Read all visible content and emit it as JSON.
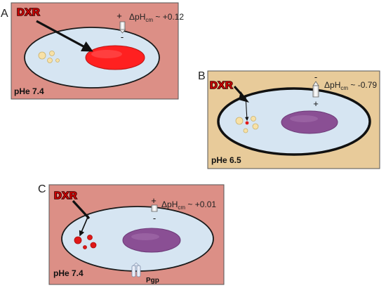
{
  "colors": {
    "panel_a_bg": "#dc8f86",
    "panel_b_bg": "#e8cb9a",
    "panel_c_bg": "#dc8f86",
    "cytoplasm": "#d6e5f2",
    "nucleus_red": "#ff2020",
    "nucleus_purple": "#8a4f94",
    "vesicle": "#f8e1a6",
    "drug_red": "#e01818"
  },
  "panels": [
    {
      "letter": "A",
      "drug": "DXR",
      "ph_label": "pHe 7.4",
      "delta_ph_prefix": "ΔpH",
      "delta_ph_sub": "cm",
      "delta_ph_value": " ~ +0.12",
      "sign_top": "+",
      "sign_bottom": "-",
      "membrane": "thin",
      "nucleus": "red (drug-loaded)"
    },
    {
      "letter": "B",
      "drug": "DXR",
      "ph_label": "pHe 6.5",
      "delta_ph_prefix": "ΔpH",
      "delta_ph_sub": "cm",
      "delta_ph_value": " ~ -0.79",
      "sign_top": "-",
      "sign_bottom": "+",
      "membrane": "thick",
      "nucleus": "purple"
    },
    {
      "letter": "C",
      "drug": "DXR",
      "ph_label": "pHe 7.4",
      "delta_ph_prefix": "ΔpH",
      "delta_ph_sub": "cm",
      "delta_ph_value": " ~ +0.01",
      "sign_top": "+",
      "sign_bottom": "-",
      "pump_label": "Pgp",
      "membrane": "thin",
      "nucleus": "purple"
    }
  ]
}
